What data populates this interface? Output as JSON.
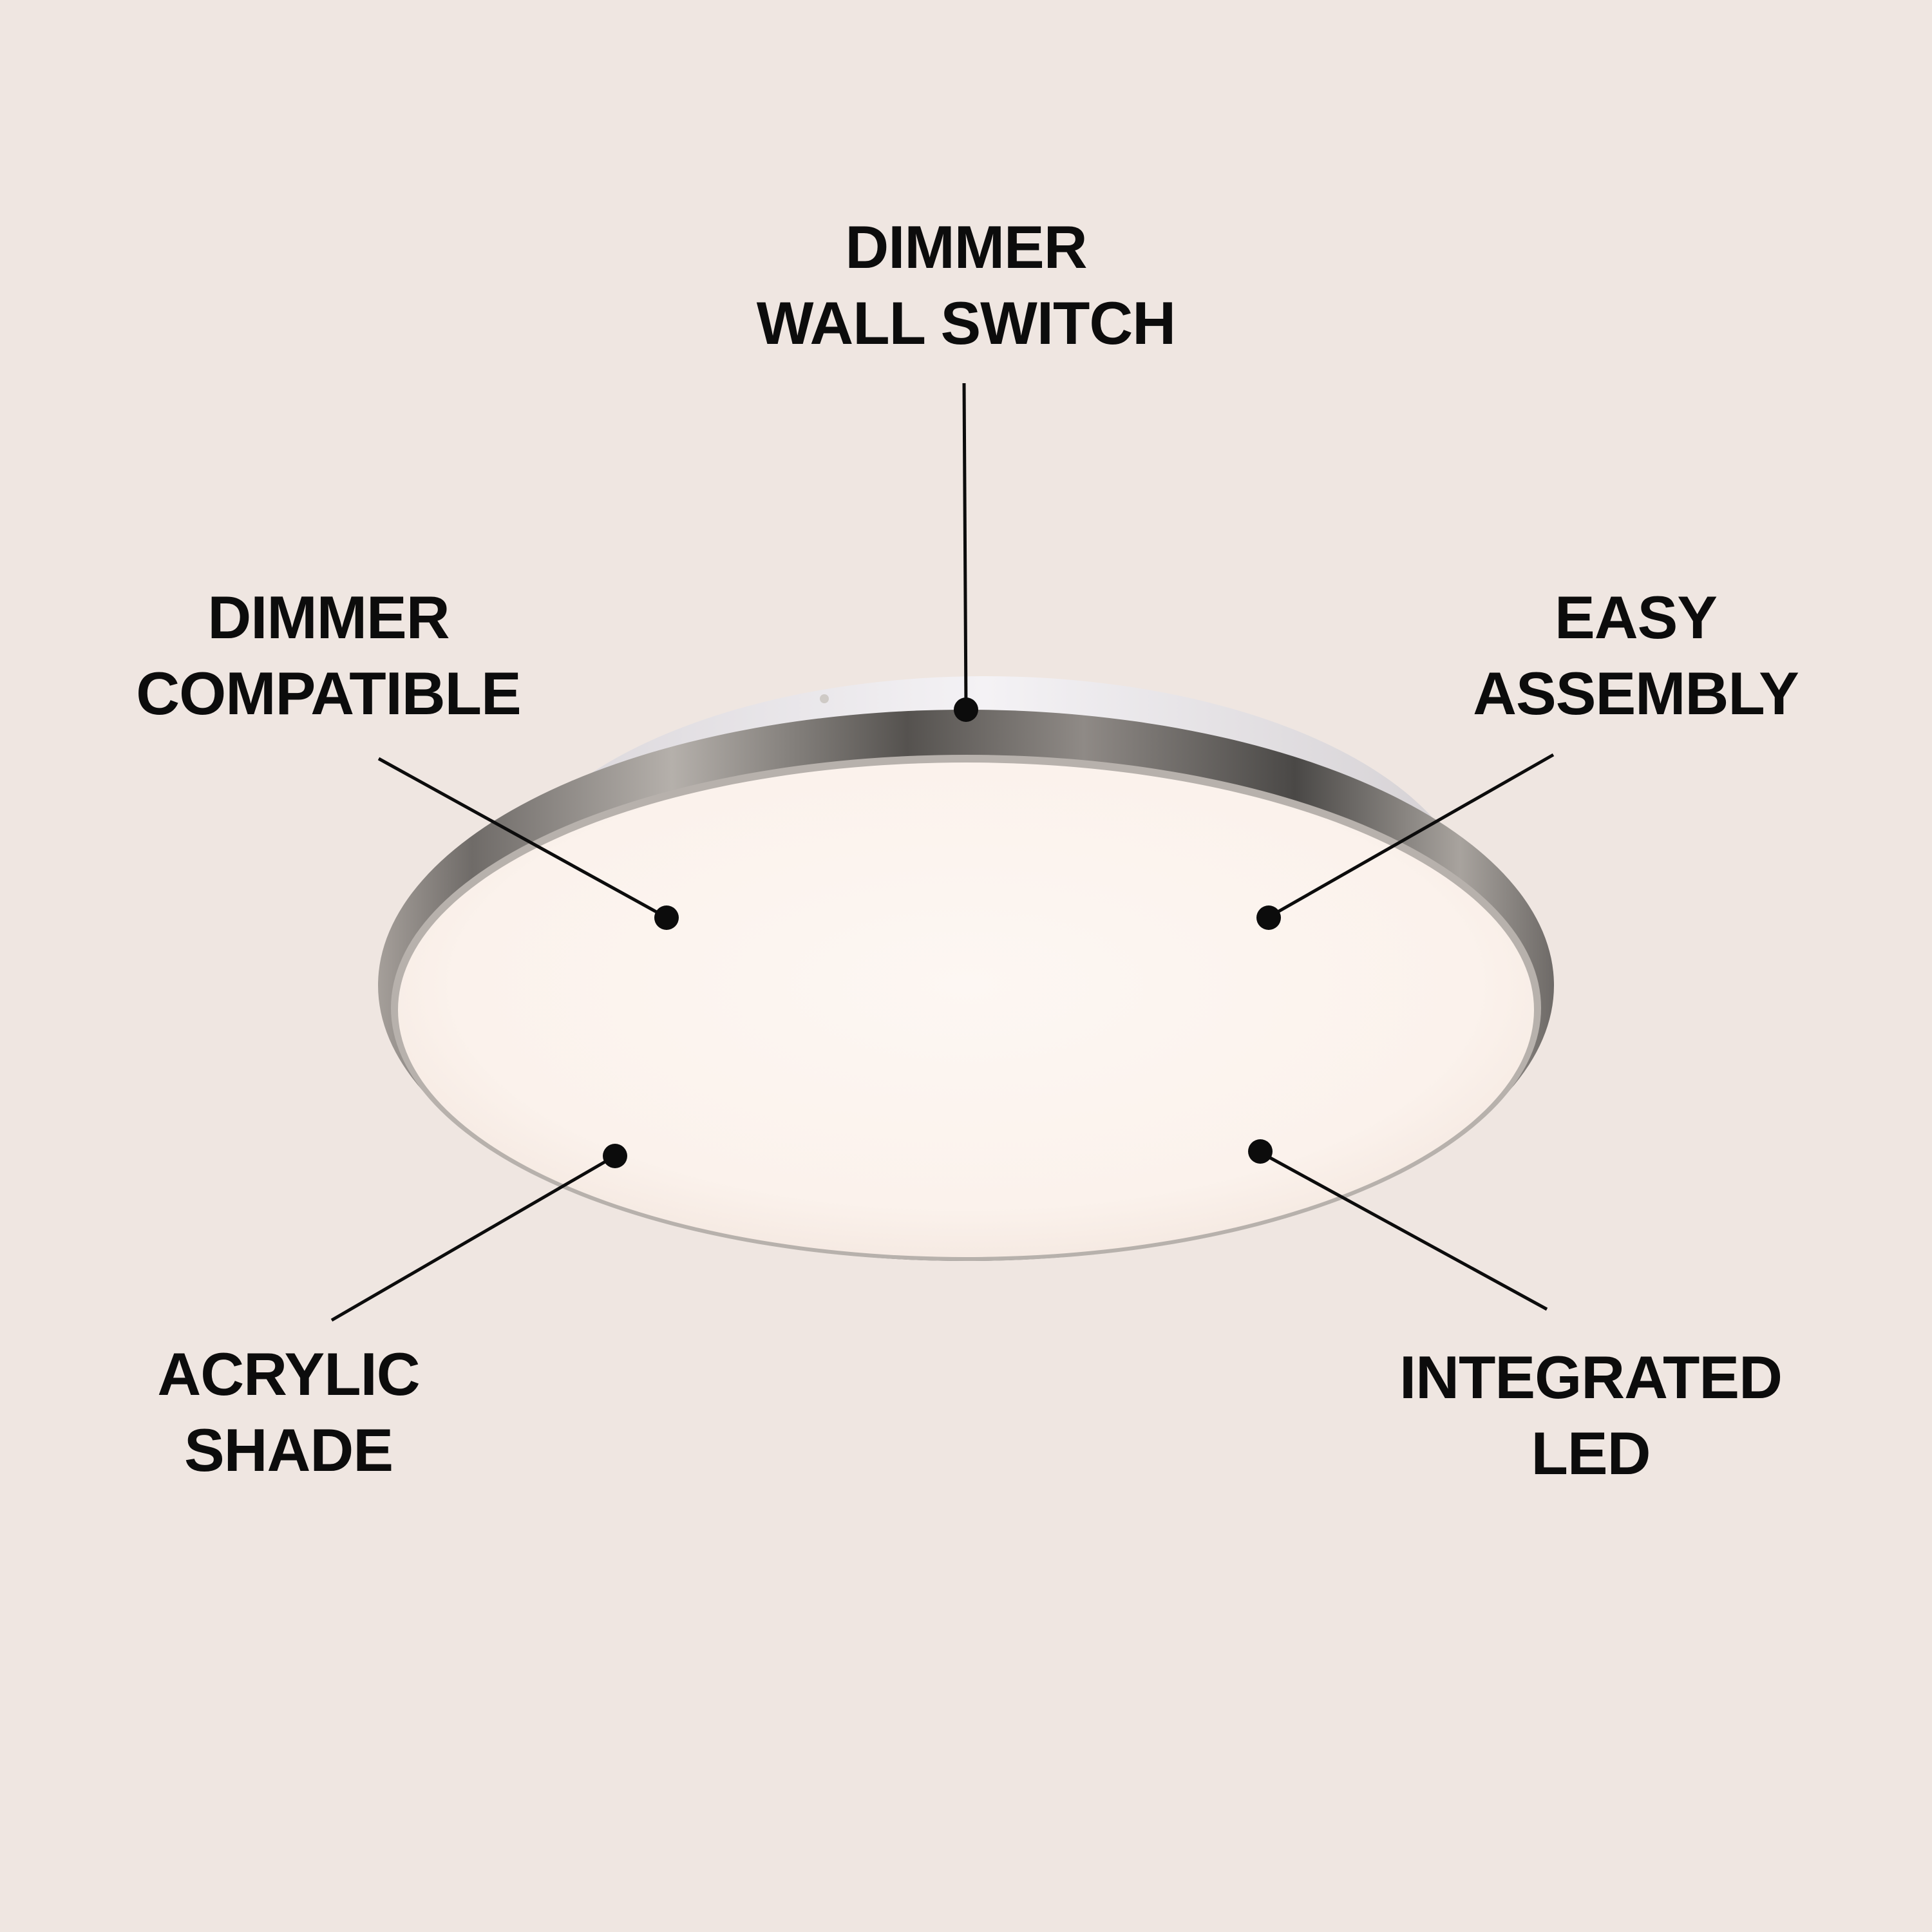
{
  "background_color": "#efe6e1",
  "text_color": "#0c0c0c",
  "fixture": {
    "type": "round flush-mount LED ceiling light",
    "rim_finish": "brushed nickel",
    "shade_color": "#fbf3ee"
  },
  "callouts": {
    "top": {
      "line1": "DIMMER",
      "line2": "WALL SWITCH"
    },
    "upper_left": {
      "line1": "DIMMER",
      "line2": "COMPATIBLE"
    },
    "upper_right": {
      "line1": "EASY",
      "line2": "ASSEMBLY"
    },
    "lower_left": {
      "line1": "ACRYLIC",
      "line2": "SHADE"
    },
    "lower_right": {
      "line1": "INTEGRATED",
      "line2": "LED"
    }
  }
}
